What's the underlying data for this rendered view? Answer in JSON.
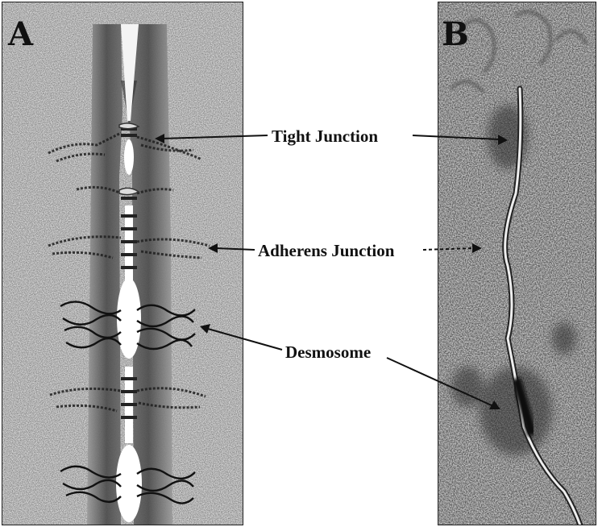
{
  "panels": {
    "a": {
      "letter": "A"
    },
    "b": {
      "letter": "B"
    }
  },
  "labels": {
    "tight_junction": "Tight Junction",
    "adherens_junction": "Adherens Junction",
    "desmosome": "Desmosome"
  },
  "colors": {
    "ink": "#111111",
    "cell_dark": "#4a4a4a",
    "cell_mid": "#8a8a8a",
    "background_grain": "#d6d6d6",
    "micrograph_base": "#c9c9c9"
  }
}
